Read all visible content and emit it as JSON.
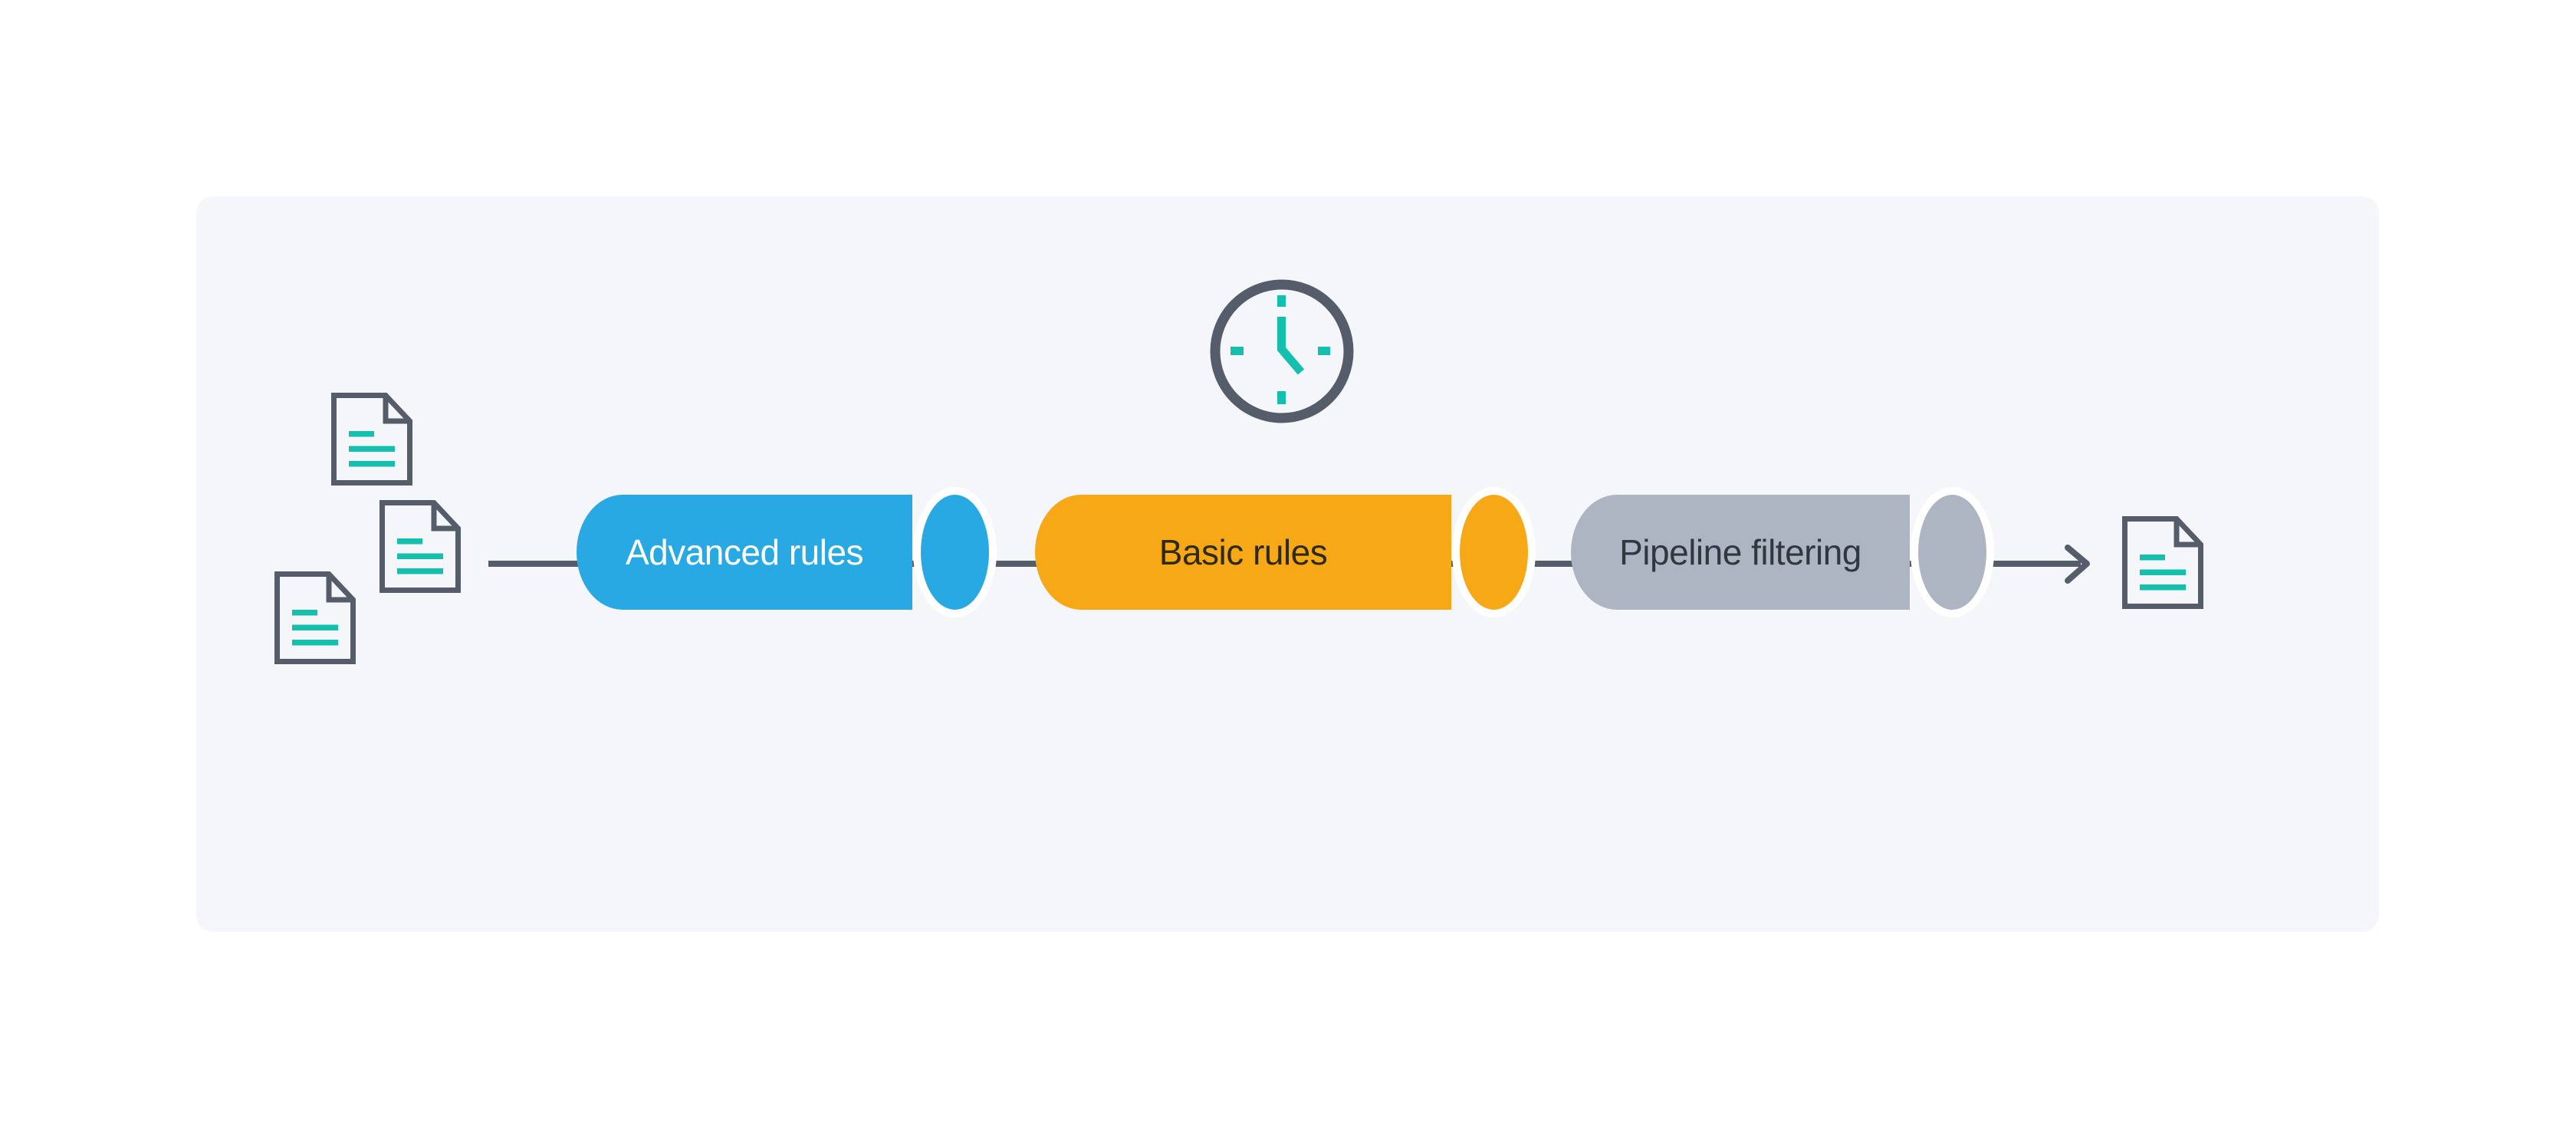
{
  "colors": {
    "page_background": "#ffffff",
    "panel_background": "#f5f6fa",
    "outline_slate": "#565d6a",
    "accent_teal": "#15bfad",
    "cap_gap_white": "#ffffff"
  },
  "stages": [
    {
      "id": "advanced-rules",
      "label": "Advanced rules",
      "color": "#29a9e3",
      "text_color": "#ffffff"
    },
    {
      "id": "basic-rules",
      "label": "Basic rules",
      "color": "#f6a816",
      "text_color": "#2f2a17"
    },
    {
      "id": "pipeline-filtering",
      "label": "Pipeline filtering",
      "color": "#aeb5c2",
      "text_color": "#30373f"
    }
  ],
  "icons": {
    "clock": "clock-icon",
    "input_documents": [
      "document-icon",
      "document-icon",
      "document-icon"
    ],
    "output_document": "document-icon"
  },
  "flow": {
    "direction": "left-to-right"
  }
}
